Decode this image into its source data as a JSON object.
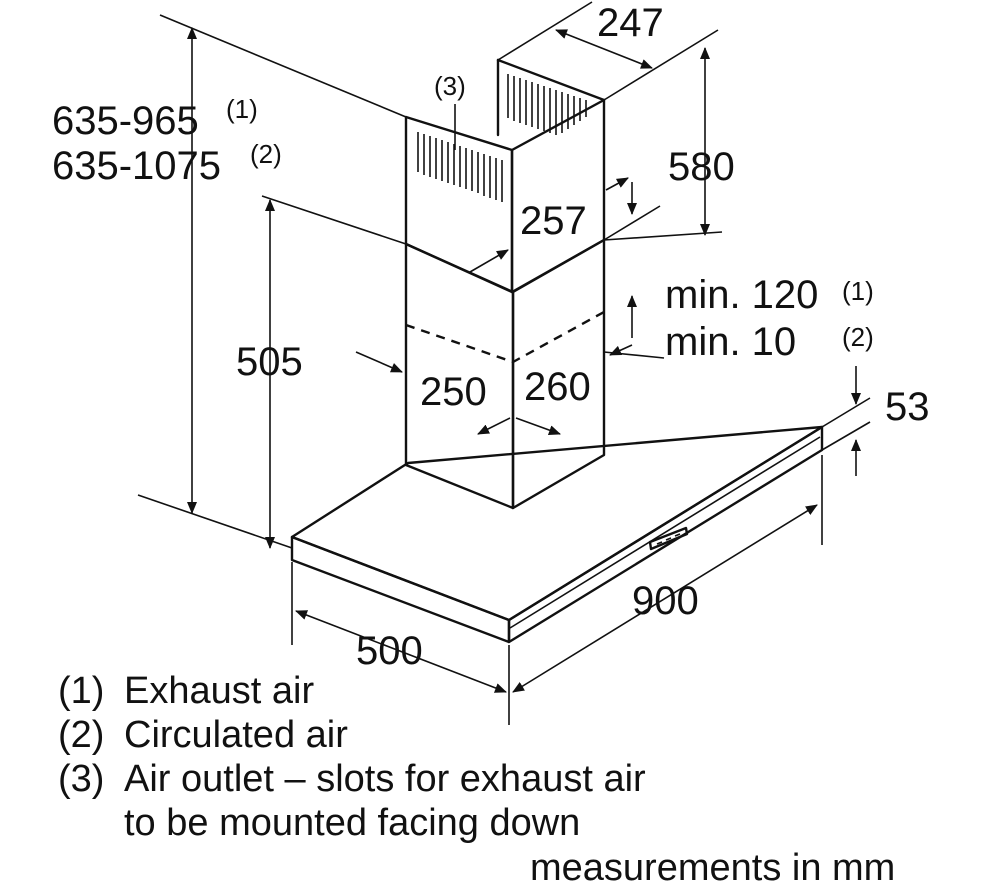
{
  "dimensions": {
    "total_height_exhaust": "635-965",
    "total_height_exhaust_ref": "(1)",
    "total_height_circulated": "635-1075",
    "total_height_circulated_ref": "(2)",
    "lower_chimney_height": "505",
    "upper_chimney_width": "247",
    "upper_chimney_height": "580",
    "upper_chimney_depth": "257",
    "air_outlet_ref": "(3)",
    "clearance_exhaust": "min. 120",
    "clearance_exhaust_ref": "(1)",
    "clearance_circulated": "min. 10",
    "clearance_circulated_ref": "(2)",
    "lower_chimney_depth": "250",
    "lower_chimney_width": "260",
    "canopy_thickness": "53",
    "hood_width": "900",
    "hood_depth": "500"
  },
  "legend": [
    {
      "ref": "(1)",
      "text": "Exhaust air"
    },
    {
      "ref": "(2)",
      "text": "Circulated air"
    },
    {
      "ref": "(3)",
      "text": "Air outlet – slots for exhaust air"
    },
    {
      "ref": "",
      "text": "to be mounted facing down"
    }
  ],
  "units_note": "measurements in mm"
}
